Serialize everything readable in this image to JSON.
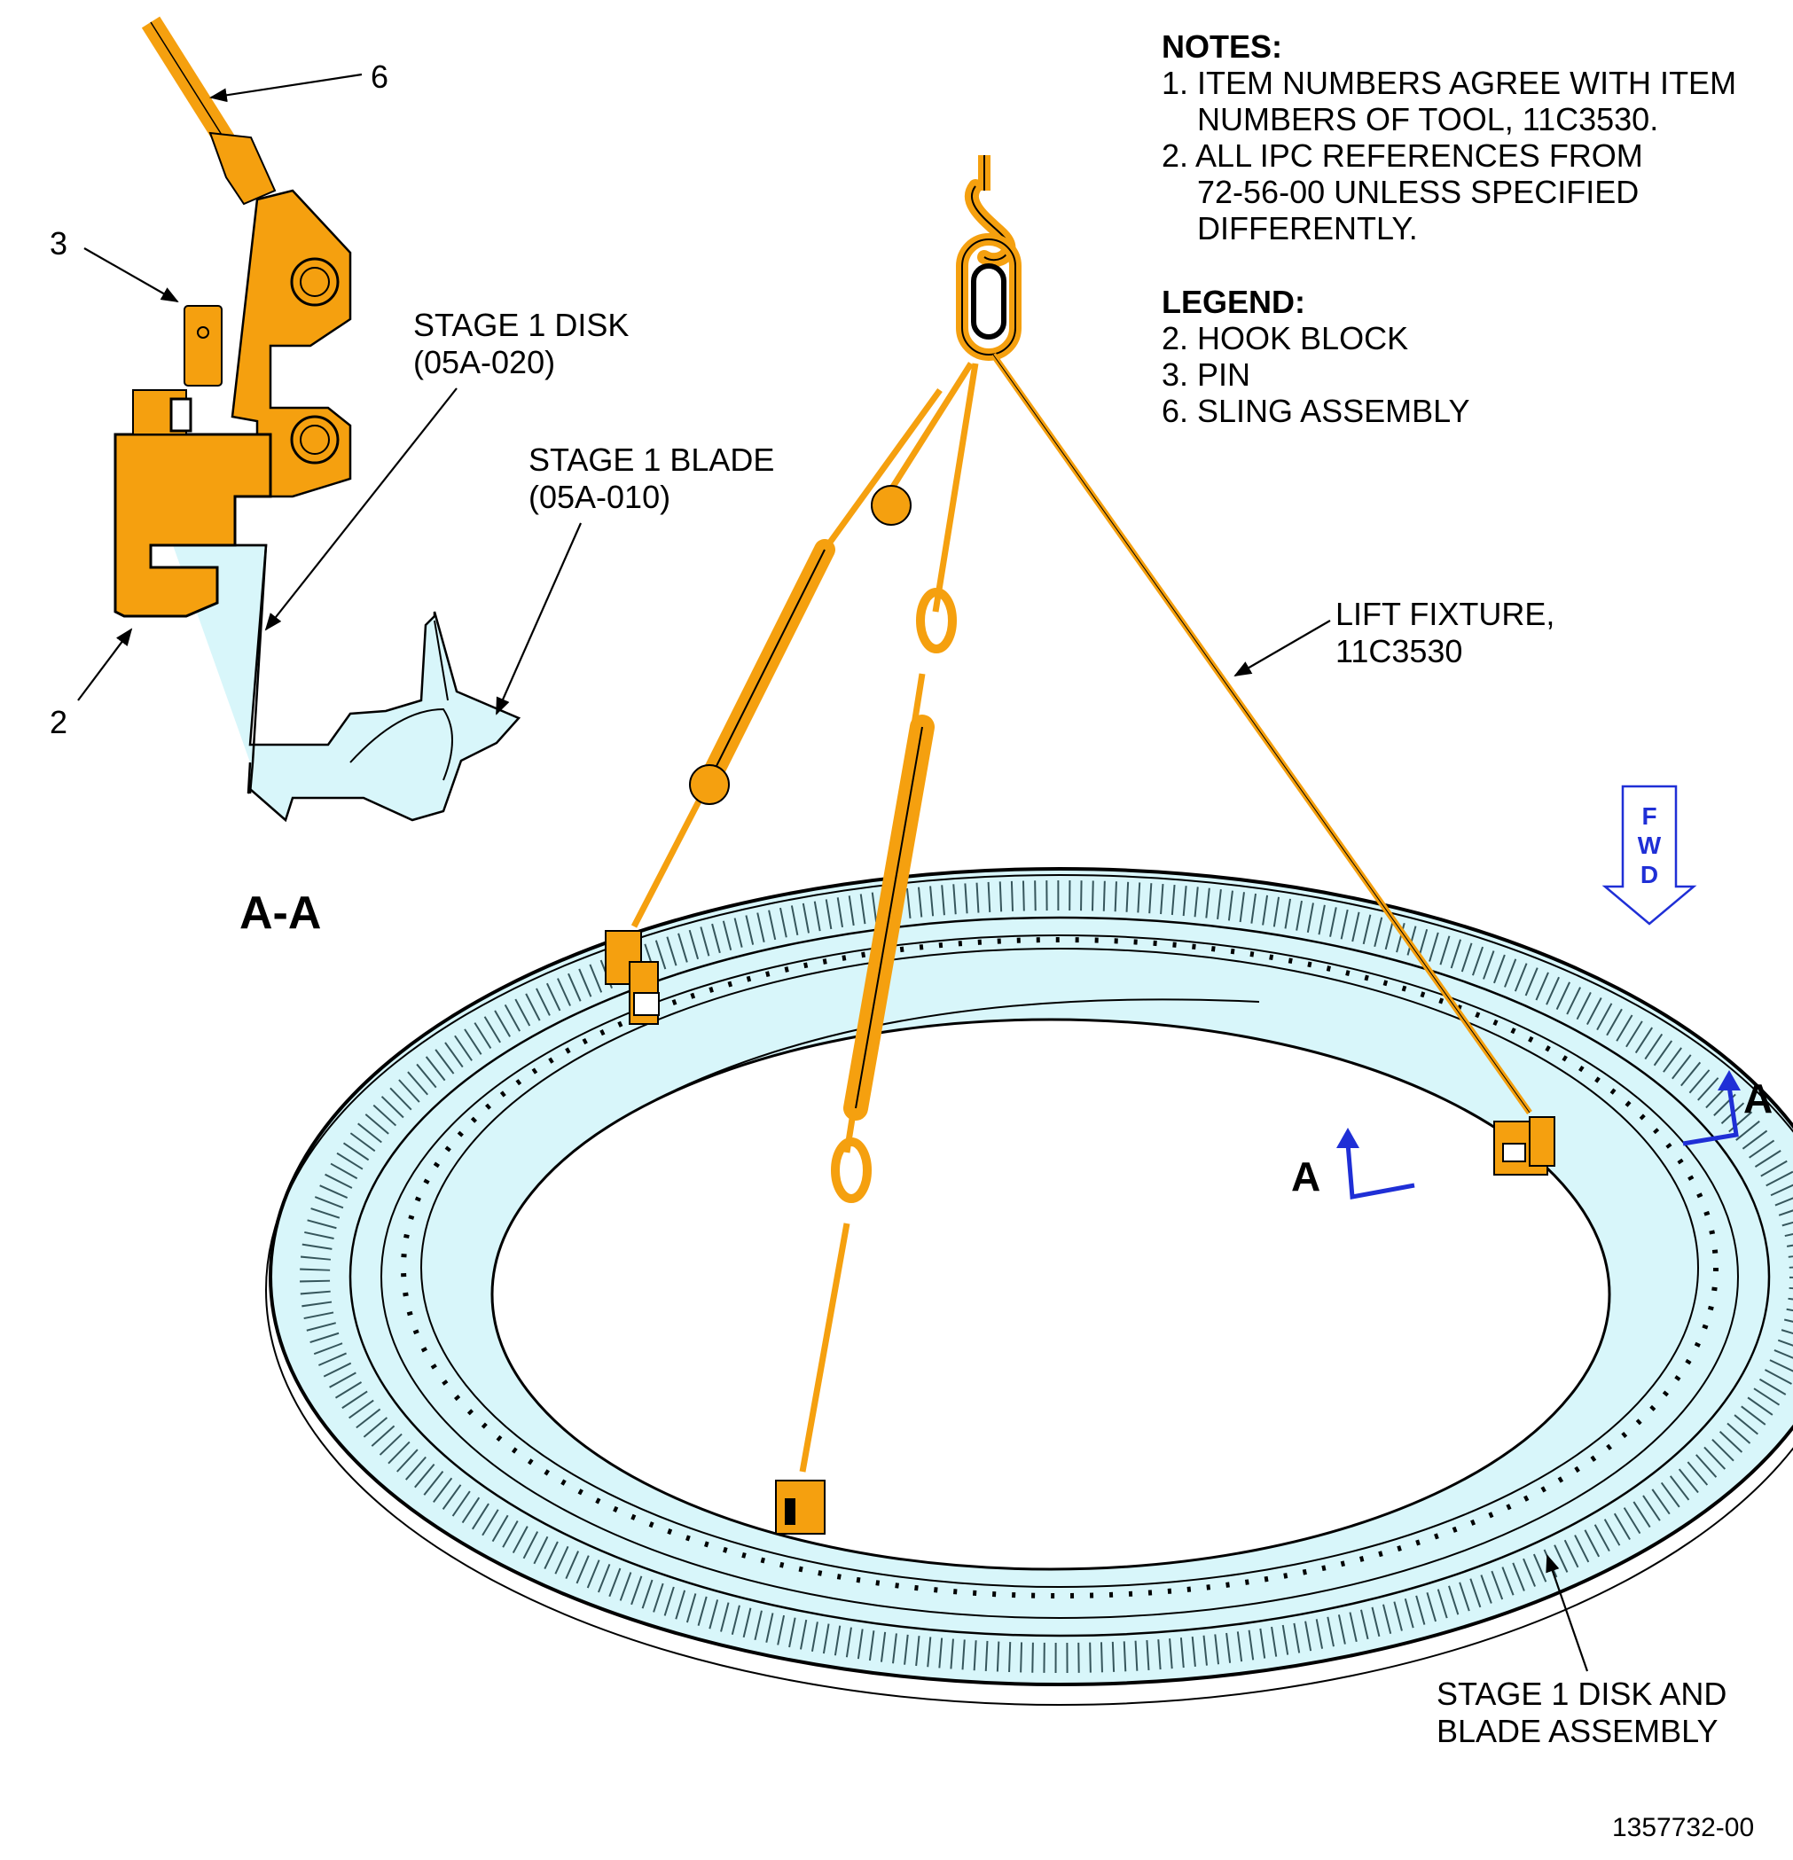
{
  "notes": {
    "heading": "NOTES:",
    "items": [
      [
        "1. ITEM NUMBERS AGREE WITH ITEM",
        "NUMBERS OF TOOL, 11C3530."
      ],
      [
        "2. ALL IPC REFERENCES FROM",
        "72-56-00 UNLESS SPECIFIED",
        "DIFFERENTLY."
      ]
    ]
  },
  "legend": {
    "heading": "LEGEND:",
    "items": [
      "2. HOOK BLOCK",
      "3. PIN",
      "6. SLING ASSEMBLY"
    ]
  },
  "callouts": {
    "item6": "6",
    "item3": "3",
    "item2": "2",
    "stage1_disk": [
      "STAGE 1 DISK",
      "(05A-020)"
    ],
    "stage1_blade": [
      "STAGE 1 BLADE",
      "(05A-010)"
    ],
    "lift_fixture": [
      "LIFT FIXTURE,",
      "11C3530"
    ],
    "disk_blade_assembly": [
      "STAGE 1 DISK AND",
      "BLADE ASSEMBLY"
    ]
  },
  "section": {
    "title": "A-A",
    "mark_left": "A",
    "mark_right": "A"
  },
  "fwd_arrow": {
    "letters": [
      "F",
      "W",
      "D"
    ]
  },
  "figure_number": "1357732-00",
  "colors": {
    "tool_orange": "#f5a00f",
    "part_cyan": "#d8f6fa",
    "section_blue": "#1f2fd6",
    "line": "#000000"
  }
}
